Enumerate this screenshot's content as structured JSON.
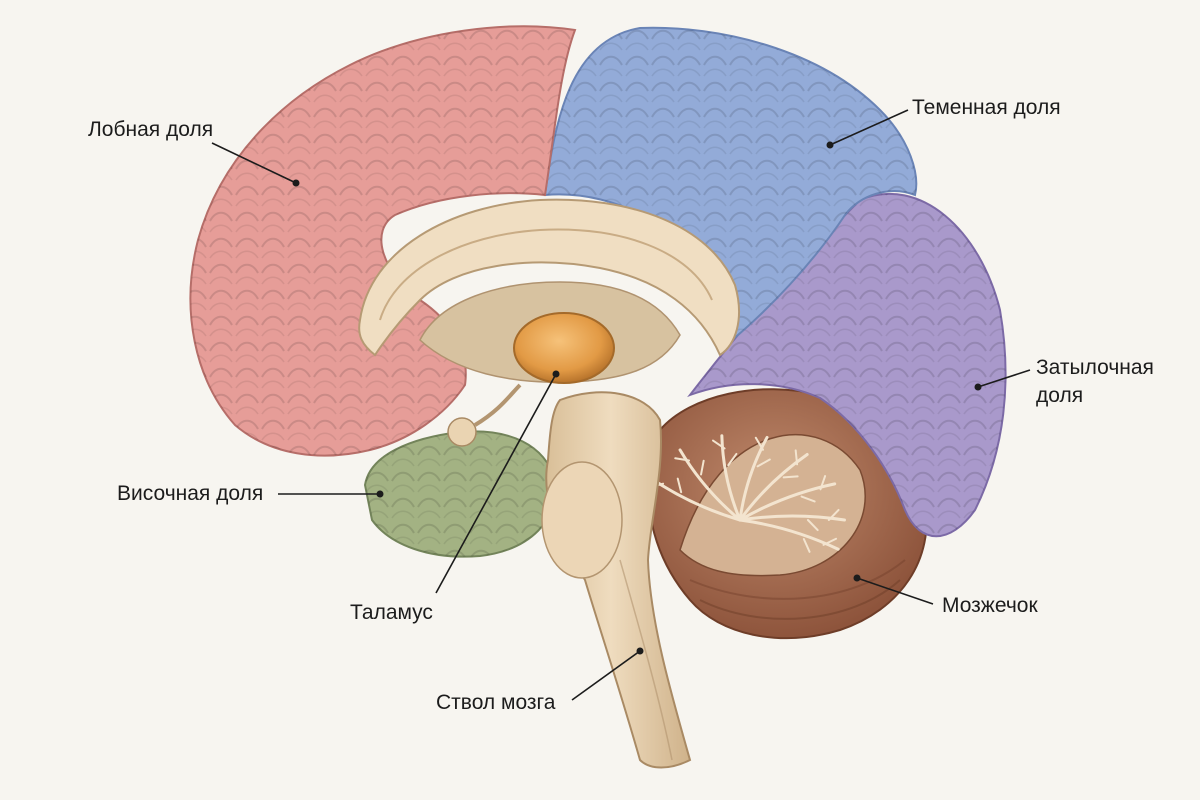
{
  "labels": {
    "frontal": "Лобная доля",
    "parietal": "Теменная доля",
    "occipital_line1": "Затылочная",
    "occipital_line2": "доля",
    "temporal": "Височная доля",
    "thalamus": "Таламус",
    "cerebellum": "Мозжечок",
    "brainstem": "Ствол мозга"
  },
  "colors": {
    "background": "#f7f5f0",
    "frontal_lobe": "#e39a96",
    "parietal_lobe": "#8fa8d6",
    "occipital_lobe": "#a796c8",
    "temporal_lobe": "#9fb07f",
    "cerebellum": "#a86a4e",
    "brainstem": "#e6d0b0",
    "thalamus": "#e8a04a",
    "corpus_callosum": "#efdcc0"
  }
}
